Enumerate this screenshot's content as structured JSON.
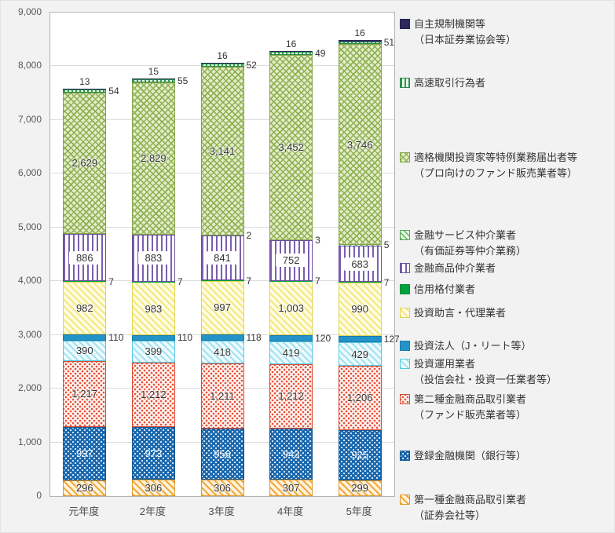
{
  "chart_data": {
    "type": "bar",
    "stacked": true,
    "title": "",
    "xlabel": "",
    "ylabel": "",
    "ylim": [
      0,
      9000
    ],
    "ytick_interval": 1000,
    "grid": true,
    "legend_position": "right",
    "categories": [
      "元年度",
      "2年度",
      "3年度",
      "4年度",
      "5年度"
    ],
    "series": [
      {
        "key": "type1",
        "name": "第一種金融商品取引業者（証券会社等）",
        "values": [
          296,
          306,
          306,
          307,
          299
        ],
        "label_pos": "inside",
        "color": "#f2a93b"
      },
      {
        "key": "bank",
        "name": "登録金融機関（銀行等）",
        "values": [
          997,
          973,
          956,
          943,
          925
        ],
        "label_pos": "inside",
        "color": "#1a67ad"
      },
      {
        "key": "type2",
        "name": "第二種金融商品取引業者（ファンド販売業者等）",
        "values": [
          1217,
          1212,
          1211,
          1212,
          1206
        ],
        "label_pos": "inside",
        "color": "#e8543a"
      },
      {
        "key": "asset_mgmt",
        "name": "投資運用業者（投信会社・投資一任業者等）",
        "values": [
          390,
          399,
          418,
          419,
          429
        ],
        "label_pos": "inside",
        "color": "#9fe2f2"
      },
      {
        "key": "invest_corp",
        "name": "投資法人（J・リート等）",
        "values": [
          110,
          110,
          118,
          120,
          127
        ],
        "label_pos": "right",
        "color": "#2493c8"
      },
      {
        "key": "advisory",
        "name": "投資助言・代理業者",
        "values": [
          982,
          983,
          997,
          1003,
          990
        ],
        "label_pos": "inside",
        "color": "#f3e97e"
      },
      {
        "key": "rating",
        "name": "信用格付業者",
        "values": [
          7,
          7,
          7,
          7,
          7
        ],
        "label_pos": "right",
        "color": "#00a23c"
      },
      {
        "key": "intermediary",
        "name": "金融商品仲介業者",
        "values": [
          886,
          883,
          841,
          752,
          683
        ],
        "label_pos": "inside-box",
        "color": "#7a5fae"
      },
      {
        "key": "fin_service",
        "name": "金融サービス仲介業者（有価証券等仲介業務）",
        "values": [
          null,
          null,
          2,
          3,
          5
        ],
        "label_pos": "right",
        "color": "#6fbf6f"
      },
      {
        "key": "qualified",
        "name": "適格機関投資家等特例業務届出者等（プロ向けのファンド販売業者等）",
        "values": [
          2629,
          2829,
          3141,
          3452,
          3746
        ],
        "label_pos": "inside",
        "color": "#8db04e"
      },
      {
        "key": "hft",
        "name": "高速取引行為者",
        "values": [
          54,
          55,
          52,
          49,
          51
        ],
        "label_pos": "right",
        "color": "#2f9b50"
      },
      {
        "key": "sro",
        "name": "自主規制機関等（日本証券業協会等）",
        "values": [
          13,
          15,
          16,
          16,
          16
        ],
        "label_pos": "top",
        "color": "#2c2a5e"
      }
    ]
  },
  "legend": {
    "items": [
      {
        "key": "sro",
        "lines": [
          "自主規制機関等",
          "（日本証券業協会等）"
        ]
      },
      {
        "key": "hft",
        "lines": [
          "高速取引行為者"
        ]
      },
      {
        "key": "qualified",
        "lines": [
          "適格機関投資家等特例業務届出者等",
          "（プロ向けのファンド販売業者等）"
        ]
      },
      {
        "key": "fin_service",
        "lines": [
          "金融サービス仲介業者",
          "（有価証券等仲介業務）"
        ]
      },
      {
        "key": "intermediary",
        "lines": [
          "金融商品仲介業者"
        ]
      },
      {
        "key": "rating",
        "lines": [
          "信用格付業者"
        ]
      },
      {
        "key": "advisory",
        "lines": [
          "投資助言・代理業者"
        ]
      },
      {
        "key": "invest_corp",
        "lines": [
          "投資法人（J・リート等）"
        ]
      },
      {
        "key": "asset_mgmt",
        "lines": [
          "投資運用業者",
          "（投信会社・投資一任業者等）"
        ]
      },
      {
        "key": "type2",
        "lines": [
          "第二種金融商品取引業者",
          "（ファンド販売業者等）"
        ]
      },
      {
        "key": "bank",
        "lines": [
          "登録金融機関（銀行等）"
        ]
      },
      {
        "key": "type1",
        "lines": [
          "第一種金融商品取引業者",
          "（証券会社等）"
        ]
      }
    ]
  }
}
